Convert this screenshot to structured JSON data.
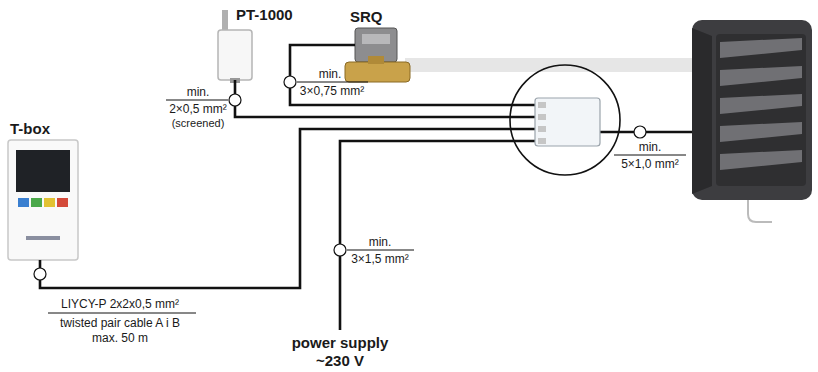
{
  "diagram": {
    "nodes": [
      {
        "text": [
          "PT-1000"
        ]
      },
      {
        "text": [
          "SRQ"
        ]
      },
      {
        "text": [
          "T-box"
        ]
      }
    ],
    "labels": [
      "min.",
      "2×0,5 mm²",
      "(screened)",
      "min.",
      "3×0,75 mm²",
      "min.",
      "5×1,0 mm²",
      "min.",
      "3×1,5 mm²",
      "LIYCY-P 2x2x0,5 mm²",
      "twisted pair cable A i B",
      "max. 50 m",
      "power supply",
      "~230 V"
    ]
  }
}
